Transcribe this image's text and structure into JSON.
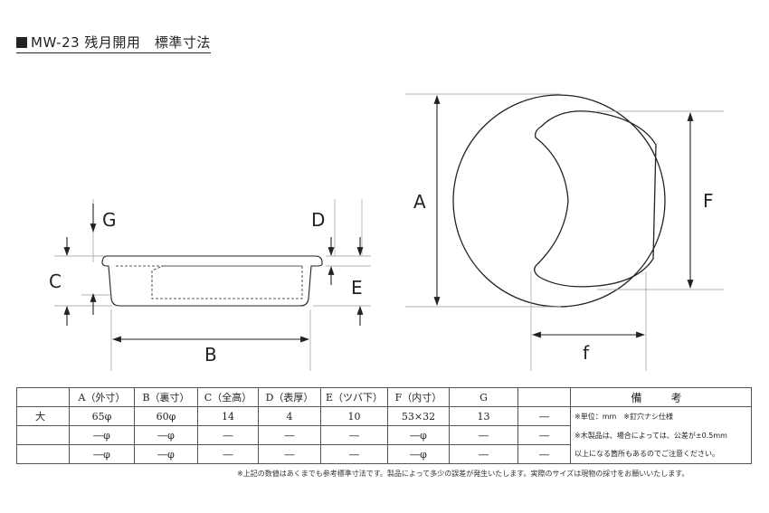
{
  "title": "MW-23 残月開用　標準寸法",
  "dim_labels": {
    "a": "A",
    "b": "B",
    "c": "C",
    "d": "D",
    "e": "E",
    "f_upper": "F",
    "f_lower": "f",
    "g": "G"
  },
  "table": {
    "headers": [
      "",
      "A（外寸）",
      "B（裏寸）",
      "C（全高）",
      "D（表厚）",
      "E（ツバ下）",
      "F（内寸）",
      "G",
      "",
      "備　考"
    ],
    "rows": [
      {
        "name": "大",
        "cells": [
          "65φ",
          "60φ",
          "14",
          "4",
          "10",
          "53×32",
          "13",
          "―"
        ]
      },
      {
        "name": "",
        "cells": [
          "―φ",
          "―φ",
          "―",
          "―",
          "―",
          "―φ",
          "―",
          "―"
        ]
      },
      {
        "name": "",
        "cells": [
          "―φ",
          "―φ",
          "―",
          "―",
          "―",
          "―φ",
          "―",
          "―"
        ]
      }
    ],
    "notes": [
      "※単位：mm　※釘穴ナシ仕様",
      "※木製品は、場合によっては、公差が±0.5mm",
      "以上になる箇所もあるのでご注意ください。"
    ]
  },
  "footer": "※上記の数値はあくまでも参考標準寸法です。製品によって多少の誤差が発生いたします。実際のサイズは現物の採寸をお願いいたします。"
}
